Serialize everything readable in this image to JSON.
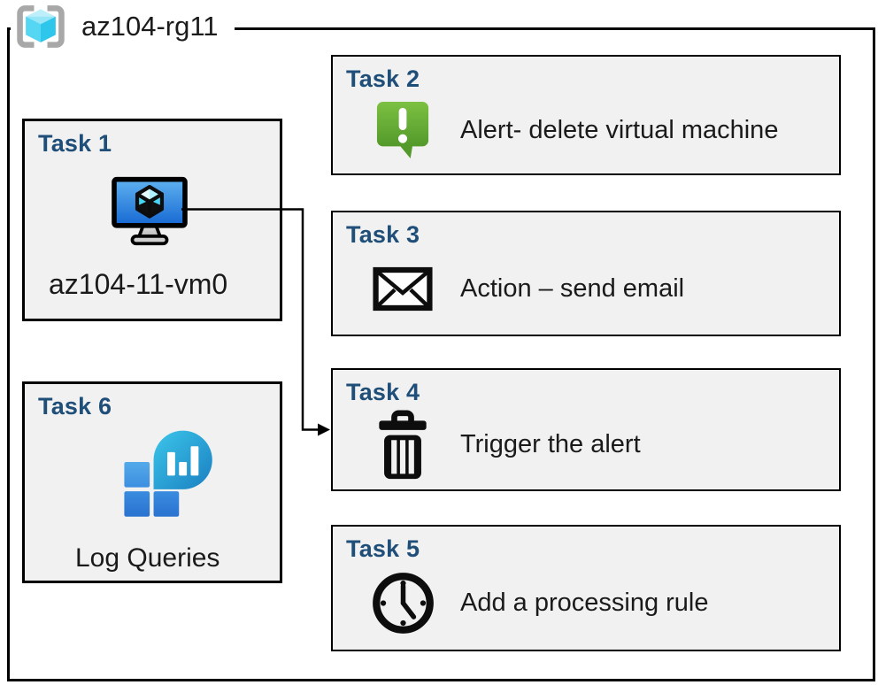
{
  "resource_group": {
    "name": "az104-rg11",
    "icon": "resource-group-icon"
  },
  "tasks": [
    {
      "label": "Task 1",
      "icon": "virtual-machine-icon",
      "text": "az104-11-vm0"
    },
    {
      "label": "Task 2",
      "icon": "alert-icon",
      "text": "Alert- delete virtual machine"
    },
    {
      "label": "Task 3",
      "icon": "email-icon",
      "text": "Action – send email"
    },
    {
      "label": "Task 4",
      "icon": "trash-icon",
      "text": "Trigger the alert"
    },
    {
      "label": "Task 5",
      "icon": "clock-icon",
      "text": "Add a processing rule"
    },
    {
      "label": "Task 6",
      "icon": "log-analytics-icon",
      "text": "Log Queries"
    }
  ],
  "connector": {
    "from": "Task 1",
    "to": "Task 4",
    "style": "elbow-arrow"
  },
  "colors": {
    "task_label_blue": "#1F4E79",
    "box_fill": "#F1F1F1",
    "box_border": "#000000",
    "text": "#1A1A1A",
    "alert_green_top": "#7CC142",
    "alert_green_bottom": "#53992B",
    "vm_screen_top": "#5FB2F0",
    "vm_screen_bottom": "#1668D2",
    "log_balloon_top": "#3CC6EA",
    "log_balloon_bottom": "#1A7FC1",
    "log_square_light": "#4DA3E6",
    "log_square_dark": "#2E7ED8",
    "rg_cube_top": "#BDEFFA",
    "rg_cube_left": "#55D6F2",
    "rg_cube_right": "#2EC6EB",
    "rg_bracket_gray": "#A8A8A8"
  }
}
